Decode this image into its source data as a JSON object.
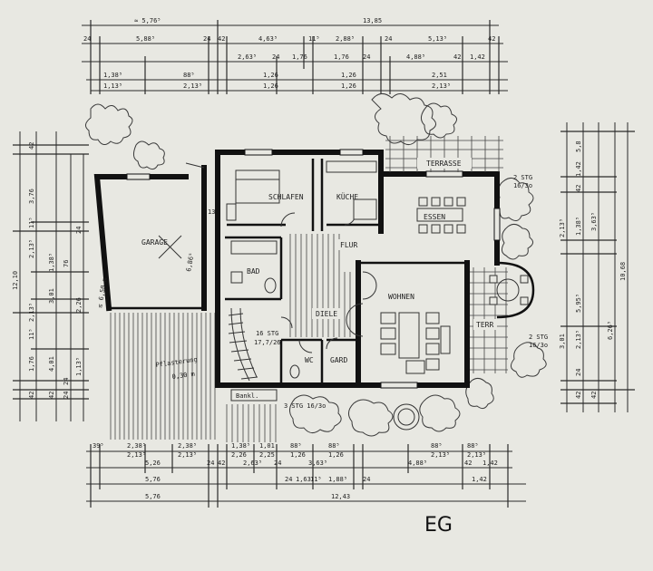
{
  "title": "EG",
  "rooms": {
    "garage": "GARAGE",
    "schlafen": "SCHLAFEN",
    "kuche": "KÜCHE",
    "essen": "ESSEN",
    "terrasse": "TERRASSE",
    "flur": "FLUR",
    "bad": "BAD",
    "diele": "DIELE",
    "wohnen": "WOHNEN",
    "terr": "TERR",
    "wc": "WC",
    "gard": "GARD"
  },
  "stair_notes": {
    "stg_2_top": "2 STG",
    "stg_2_top_val": "16/3o",
    "stg_2_mid": "2 STG",
    "stg_2_mid_val": "16/3o",
    "stg_16": "16 STG",
    "stg_16_val": "17,7/26",
    "stg_3": "3 STG   16/3o"
  },
  "annotations": {
    "garage_dim": "≤ 6,50 m",
    "garage_dim2": "6,86⁵",
    "paving": "Pflasterung",
    "paving2": "0,30 m",
    "bench": "Bankl.",
    "dim_13": "13"
  },
  "top_dims": {
    "row1": [
      "≈ 5,76⁵",
      "13,85"
    ],
    "row2": [
      "24",
      "5,88⁵",
      "24",
      "42",
      "4,63⁵",
      "11⁵",
      "2,88⁵",
      "24",
      "5,13⁵",
      "42"
    ],
    "row3": [
      "2,63⁵",
      "24",
      "1,76",
      "1,76",
      "24",
      "4,88⁵",
      "42",
      "1,42"
    ],
    "row4": [
      "1,38⁵",
      "1,13⁵",
      "88⁵",
      "2,13⁵",
      "1,26",
      "1,26",
      "1,26",
      "1,26",
      "2,51",
      "2,13⁵"
    ]
  },
  "bottom_dims": {
    "row1": [
      "39⁵",
      "2,38⁵",
      "2,13⁵",
      "2,38⁵",
      "2,13⁵",
      "1,38⁵",
      "2,26",
      "1,01",
      "2,25",
      "88⁵",
      "1,26",
      "88⁵",
      "1,26",
      "88⁵",
      "2,13⁵",
      "88⁵",
      "2,13⁵"
    ],
    "row2": [
      "5,26",
      "24",
      "42",
      "2,63⁵",
      "24",
      "3,63⁵",
      "4,88⁵",
      "42",
      "1,42"
    ],
    "row3": [
      "5,76",
      "24",
      "1,63",
      "11⁵",
      "1,88⁵",
      "24",
      "1,42"
    ],
    "row4": [
      "5,76",
      "12,43"
    ]
  },
  "left_dims": [
    "12,10",
    "42",
    "3,76",
    "11⁵",
    "2,13⁵",
    "1,38⁵",
    "76",
    "3,01",
    "11⁵",
    "2,13⁵",
    "1,76",
    "4,01",
    "24",
    "24",
    "1,13⁵",
    "42",
    "2,26",
    "42",
    "24"
  ],
  "right_dims": [
    "10,68",
    "5,8",
    "1,42",
    "42",
    "2,13⁵",
    "1,38⁵",
    "3,63⁵",
    "5,95⁵",
    "6,26⁵",
    "3,01",
    "2,13⁵",
    "24",
    "42",
    "42"
  ]
}
